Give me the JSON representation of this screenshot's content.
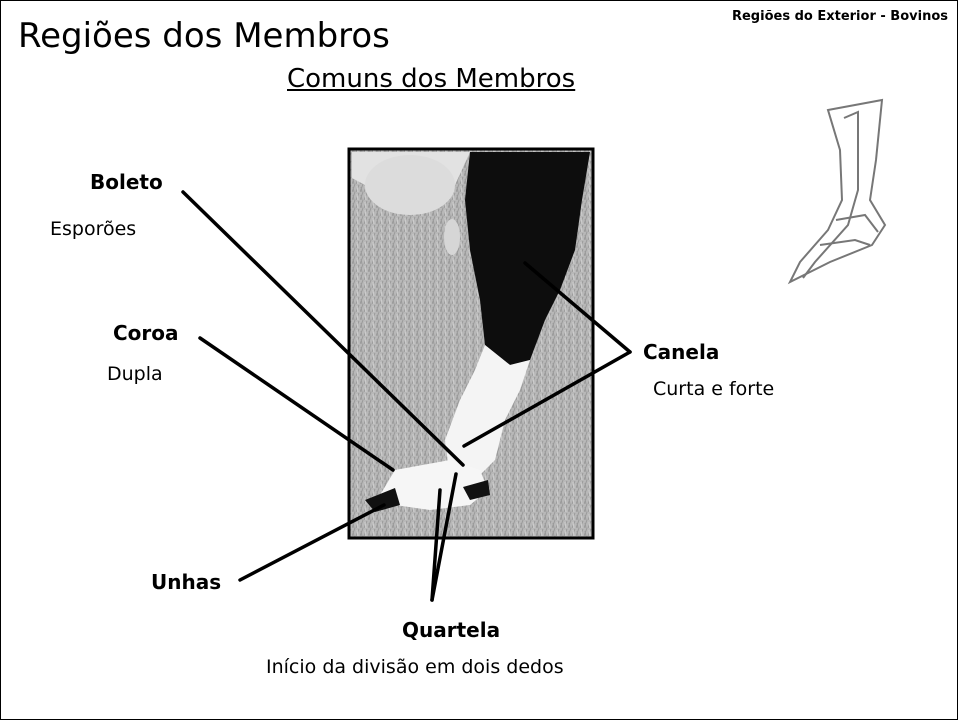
{
  "header": {
    "section": "Regiões do Exterior - Bovinos"
  },
  "slide": {
    "title": "Regiões dos Membros",
    "subtitle": "Comuns dos Membros"
  },
  "labels": {
    "boleto": "Boleto",
    "esporoes": "Esporões",
    "coroa": "Coroa",
    "dupla": "Dupla",
    "canela": "Canela",
    "canela_desc": "Curta e forte",
    "unhas": "Unhas",
    "quartela": "Quartela",
    "quartela_desc": "Início da divisão em dois dedos"
  }
}
